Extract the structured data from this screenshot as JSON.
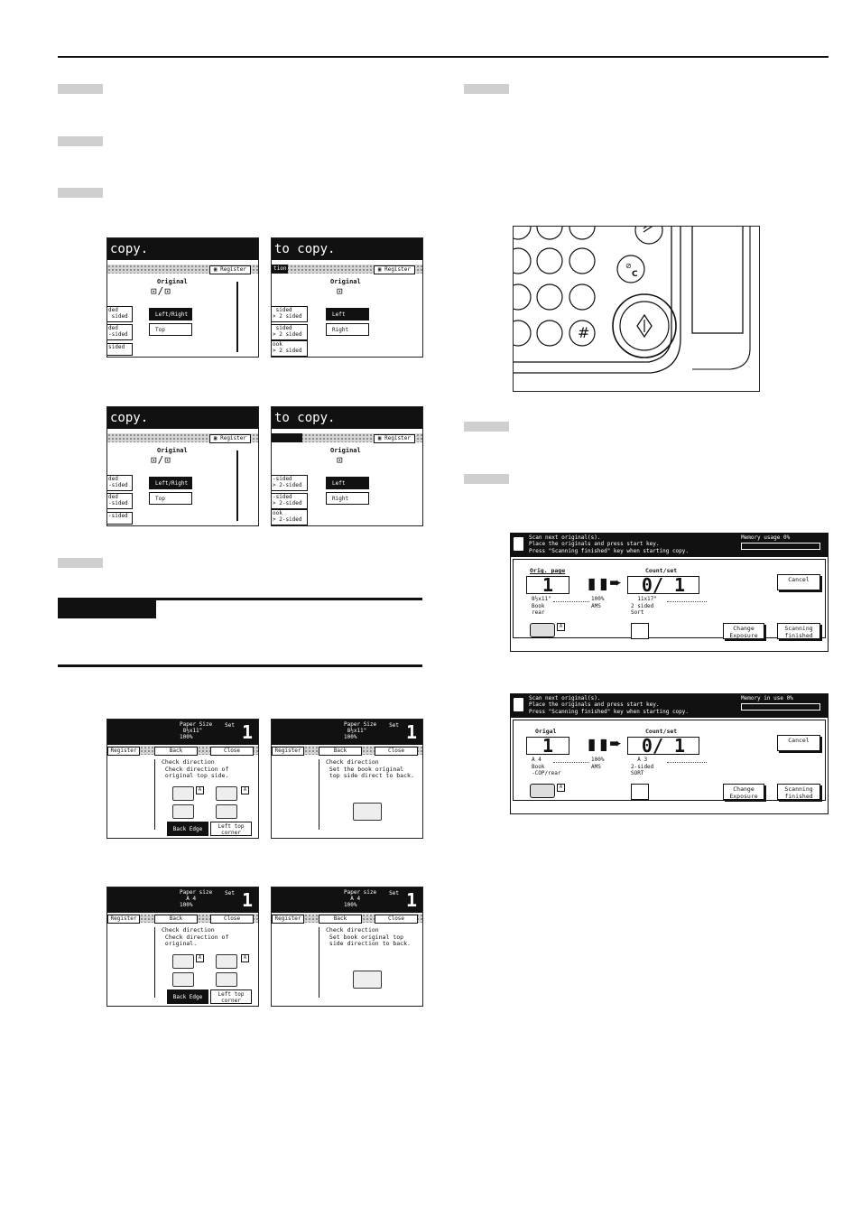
{
  "lcd_a": {
    "msg": "copy.",
    "register": "Register",
    "original_label": "Original",
    "left_buttons": [
      "ded\n sided",
      "ded\n-sided",
      "sided"
    ],
    "options": [
      "Left/Right",
      "Top"
    ]
  },
  "lcd_b": {
    "msg": "to copy.",
    "tab": "tion",
    "register": "Register",
    "original_label": "Original",
    "left_buttons": [
      " sided\n> 2 sided",
      " sided\n> 2 sided",
      "ook\n> 2 sided"
    ],
    "options": [
      "Left",
      "Right"
    ]
  },
  "lcd_c": {
    "msg": "copy.",
    "register": "Register",
    "original_label": "Original",
    "left_buttons": [
      "ded\n-sided",
      "ded\n-sided",
      "-sided"
    ],
    "options": [
      "Left/Right",
      "Top"
    ]
  },
  "lcd_d": {
    "msg": "to copy.",
    "register": "Register",
    "original_label": "Original",
    "left_buttons": [
      "-sided\n> 2-sided",
      "-sided\n> 2-sided",
      "ook\n> 2-sided"
    ],
    "options": [
      "Left",
      "Right"
    ]
  },
  "dir_a": {
    "paper_size": "Paper Size\n 8½x11\"\n100%",
    "set": "Set",
    "count": "1",
    "register": "Register",
    "back": "Back",
    "close": "Close",
    "text": "Check direction\n Check direction of\n original top side.",
    "back_edge": "Back Edge",
    "left_top": "Left top\ncorner"
  },
  "dir_b": {
    "paper_size": "Paper Size\n 8½x11\"\n100%",
    "set": "Set",
    "count": "1",
    "register": "Register",
    "back": "Back",
    "close": "Close",
    "text": "Check direction\n Set the book original\n top side direct to back."
  },
  "dir_c": {
    "paper_size": "Paper size\n  A 4\n100%",
    "set": "Set",
    "count": "1",
    "register": "Register",
    "back": "Back",
    "close": "Close",
    "text": "Check direction\n Check direction of\n original.",
    "back_edge": "Back Edge",
    "left_top": "Left top\ncorner"
  },
  "dir_d": {
    "paper_size": "Paper size\n  A 4\n100%",
    "set": "Set",
    "count": "1",
    "register": "Register",
    "back": "Back",
    "close": "Close",
    "text": "Check direction\n Set book original top\n side direction to back."
  },
  "panel": {
    "hash_key": "#",
    "clear_key": "C"
  },
  "scan_a": {
    "message": "Scan next original(s).\nPlace the originals and press start key.\nPress \"Scanning finished\" key when starting copy.",
    "memory": "Memory usage  0%",
    "orig_label": "Orig. page",
    "orig_value": "1",
    "count_label": "Count/set",
    "count_value": "0/  1",
    "left_info": "8½x11\"\nBook\nrear",
    "mid_info": "100%\nAMS",
    "right_info": "  11x17\"\n2 sided\nSort",
    "cancel": "Cancel",
    "change_exposure": "Change\nExposure",
    "scanning_finished": "Scanning\nfinished"
  },
  "scan_b": {
    "message": "Scan next original(s).\nPlace the originals and press start key.\nPress \"Scanning finished\" key when starting copy.",
    "memory": "Memory in use  0%",
    "orig_label": "Origal",
    "orig_value": "1",
    "count_label": "Count/set",
    "count_value": "0/  1",
    "left_info": "A 4\nBook\n-COP/rear",
    "mid_info": "100%\nAMS",
    "right_info": "  A 3\n2-sided\nSORT",
    "cancel": "Cancel",
    "change_exposure": "Change\nExposure",
    "scanning_finished": "Scanning\nfinished"
  }
}
